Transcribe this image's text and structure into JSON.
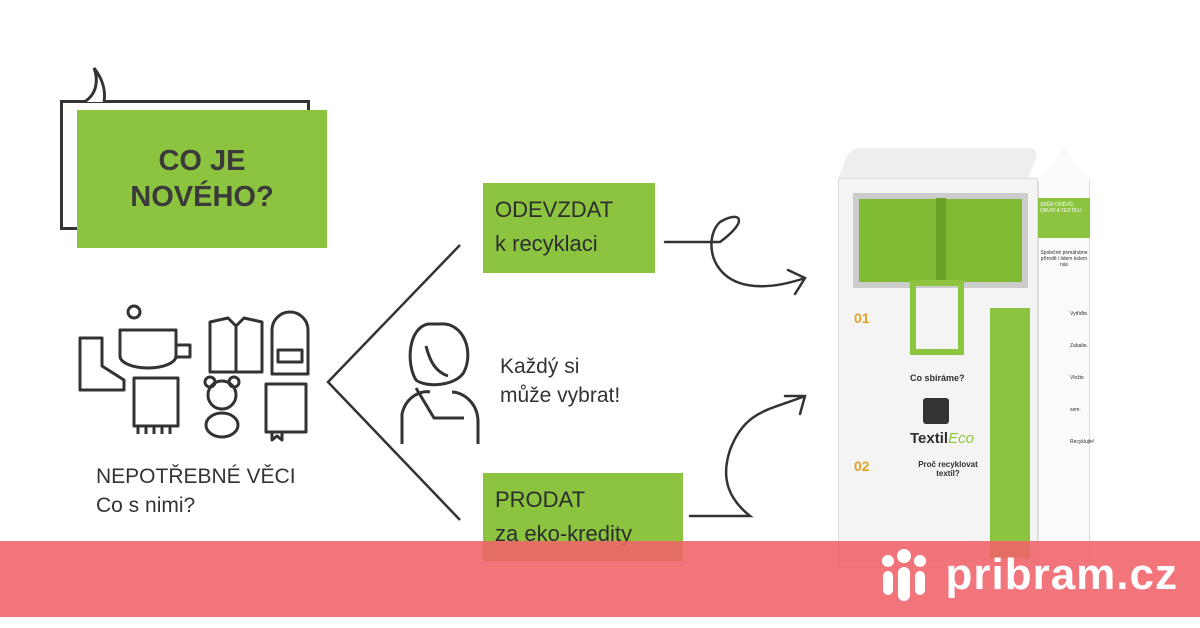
{
  "headline": "CO JE\nNOVÉHO?",
  "items_label": {
    "line1": "NEPOTŘEBNÉ VĚCI",
    "line2": "Co s nimi?"
  },
  "middle_text": {
    "line1": "Každý si",
    "line2": "může vybrat!"
  },
  "option_recycle": {
    "line1": "ODEVZDAT",
    "line2": "k recyklaci"
  },
  "option_sell": {
    "line1": "PRODAT",
    "line2": "za eko-kredity"
  },
  "bin": {
    "brand": "Textil",
    "brand_suffix": "Eco",
    "collect": "Co sbíráme?",
    "why": "Proč recyklovat textil?",
    "side_title": "SBĚR ODĚVŮ, OBUVI A TEXTILU",
    "side_text": "Společně pomáháme přírodě i lidem kolem nás",
    "steps": [
      "Vytřiďte.",
      "Zabalte.",
      "Vložte sem.",
      "Recyklujte!"
    ],
    "numbers": [
      "01",
      "02"
    ]
  },
  "footer": {
    "brand": "pribram.cz"
  },
  "colors": {
    "green": "#8cc43f",
    "banner": "#f0626a"
  }
}
